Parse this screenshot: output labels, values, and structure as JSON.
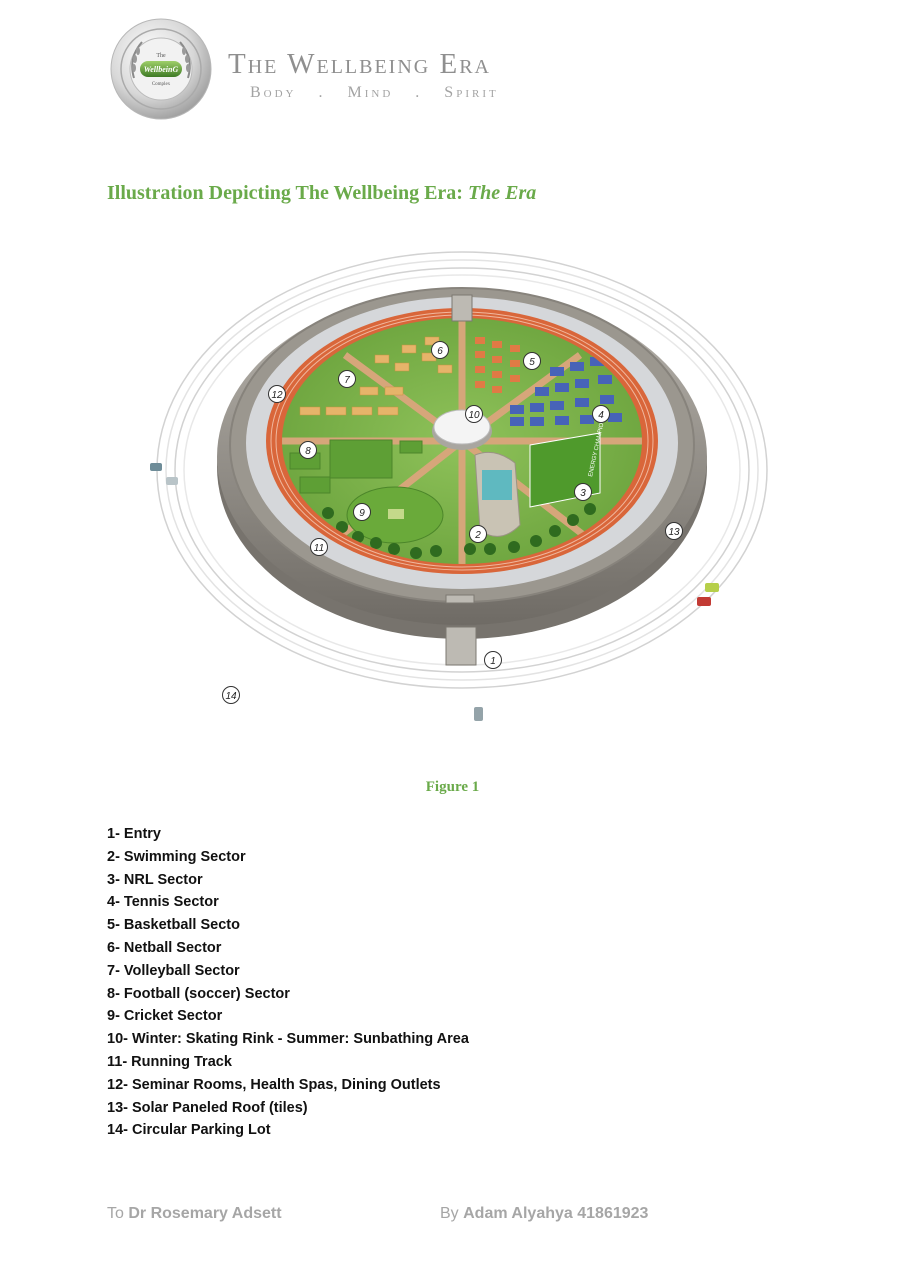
{
  "header": {
    "logo_text_top": "The",
    "logo_text_main": "WellbeinG",
    "logo_text_sub": "Complex",
    "brand_name": "The Wellbeing Era",
    "tagline": [
      "Body",
      "Mind",
      "Spirit"
    ]
  },
  "title": {
    "main": "Illustration Depicting The Wellbeing Era: ",
    "italic": "The Era"
  },
  "figure": {
    "markers": [
      "1",
      "2",
      "3",
      "4",
      "5",
      "6",
      "7",
      "8",
      "9",
      "10",
      "11",
      "12",
      "13",
      "14"
    ],
    "field_text": "ENERGY CHAMPIONS",
    "colors": {
      "grass": "#7db548",
      "track": "#d9663a",
      "stone": "#9a968f",
      "pool": "#5fb9c0",
      "solar": "#4763b8"
    }
  },
  "caption": "Figure 1",
  "legend": [
    "1- Entry",
    "2- Swimming Sector",
    "3- NRL Sector",
    "4- Tennis Sector",
    "5- Basketball Secto",
    "6- Netball Sector",
    "7- Volleyball Sector",
    "8- Football (soccer) Sector",
    "9- Cricket Sector",
    "10- Winter: Skating Rink - Summer: Sunbathing Area",
    "11- Running Track",
    "12- Seminar Rooms, Health Spas, Dining Outlets",
    "13- Solar Paneled Roof (tiles)",
    "14- Circular Parking Lot"
  ],
  "footer": {
    "to_prefix": "To ",
    "to_name": "Dr Rosemary Adsett",
    "by_prefix": "By ",
    "by_name": "Adam Alyahya 41861923"
  }
}
